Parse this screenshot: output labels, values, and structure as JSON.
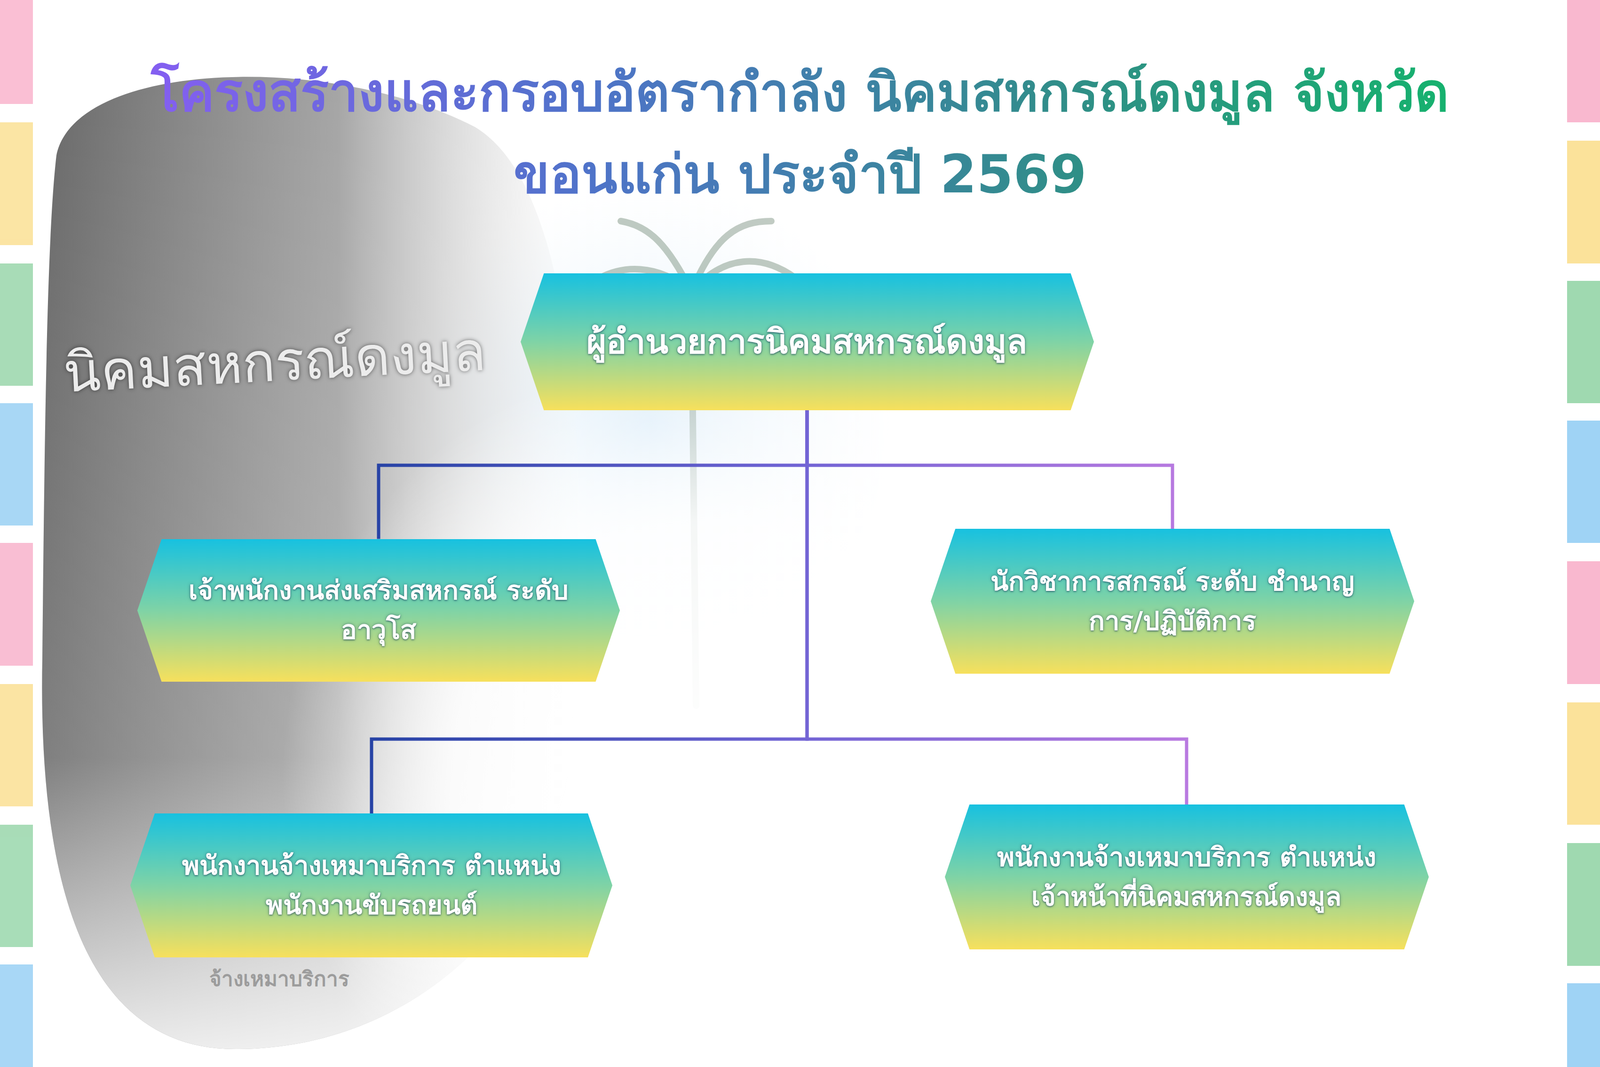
{
  "diagram": {
    "title": "โครงสร้างและกรอบอัตรากำลัง นิคมสหกรณ์ดงมูล จังหวัดขอนแก่น ประจำปี 2569",
    "nodes": [
      {
        "text": [
          "ผู้อำนวยการนิคมสหกรณ์ดงมูล"
        ]
      },
      {
        "text": [
          "เจ้าพนักงานส่งเสริมสหกรณ์ ระดับ อาวุโส"
        ]
      },
      {
        "text": [
          "นักวิชาการสกรณ์ ระดับ ชำนาญการ/ปฏิบัติการ"
        ]
      },
      {
        "text": [
          "พนักงานจ้างเหมาบริการ ตำแหน่ง พนักงานขับรถยนต์"
        ]
      },
      {
        "text": [
          "พนักงานจ้างเหมาบริการ ตำแหน่ง เจ้าหน้าที่นิคมสหกรณ์ดงมูล"
        ]
      }
    ],
    "edges": [
      {
        "from": 0,
        "to": 1,
        "arrow": "none"
      },
      {
        "from": 0,
        "to": 2,
        "arrow": "none"
      },
      {
        "from": 0,
        "to": 3,
        "arrow": "none"
      },
      {
        "from": 0,
        "to": 4,
        "arrow": "none"
      }
    ],
    "labels": [
      "นิคมสหกรณ์ดงมูล",
      "จ้างเหมาบริการ"
    ]
  }
}
